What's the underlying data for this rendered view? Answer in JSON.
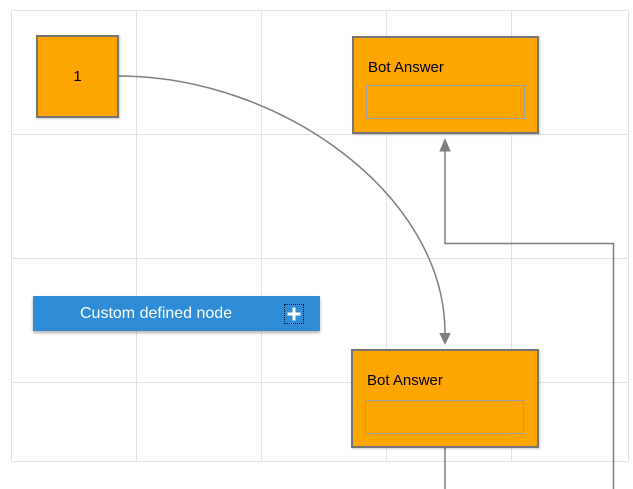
{
  "diagram": {
    "nodes": {
      "start": {
        "label": "1",
        "shape": "square",
        "fill": "#FFA500"
      },
      "bot_answer_top": {
        "label": "Bot Answer",
        "fill": "#FFA500",
        "has_text_field": true
      },
      "bot_answer_bottom": {
        "label": "Bot Answer",
        "fill": "#FFA500",
        "has_text_field": true
      },
      "custom_defined": {
        "label": "Custom defined node",
        "icon": "plus-icon",
        "fill": "#2E8DD6"
      }
    },
    "connectors": [
      {
        "name": "curve-start-to-bot-answer-bottom",
        "type": "bezier",
        "arrow": "down"
      },
      {
        "name": "elbow-to-bot-answer-top",
        "type": "orthogonal",
        "arrow": "up"
      },
      {
        "name": "bot-answer-bottom-outgoing",
        "type": "straight",
        "arrow": "none"
      }
    ]
  },
  "colors": {
    "node-fill": "#FFA500",
    "node-border": "#757575",
    "node-text": "#000000",
    "custom-node-fill": "#2E8DD6",
    "custom-node-text": "#FFFFFF",
    "connector-stroke": "#7E7E7E",
    "grid-line": "#E2E2E2"
  }
}
